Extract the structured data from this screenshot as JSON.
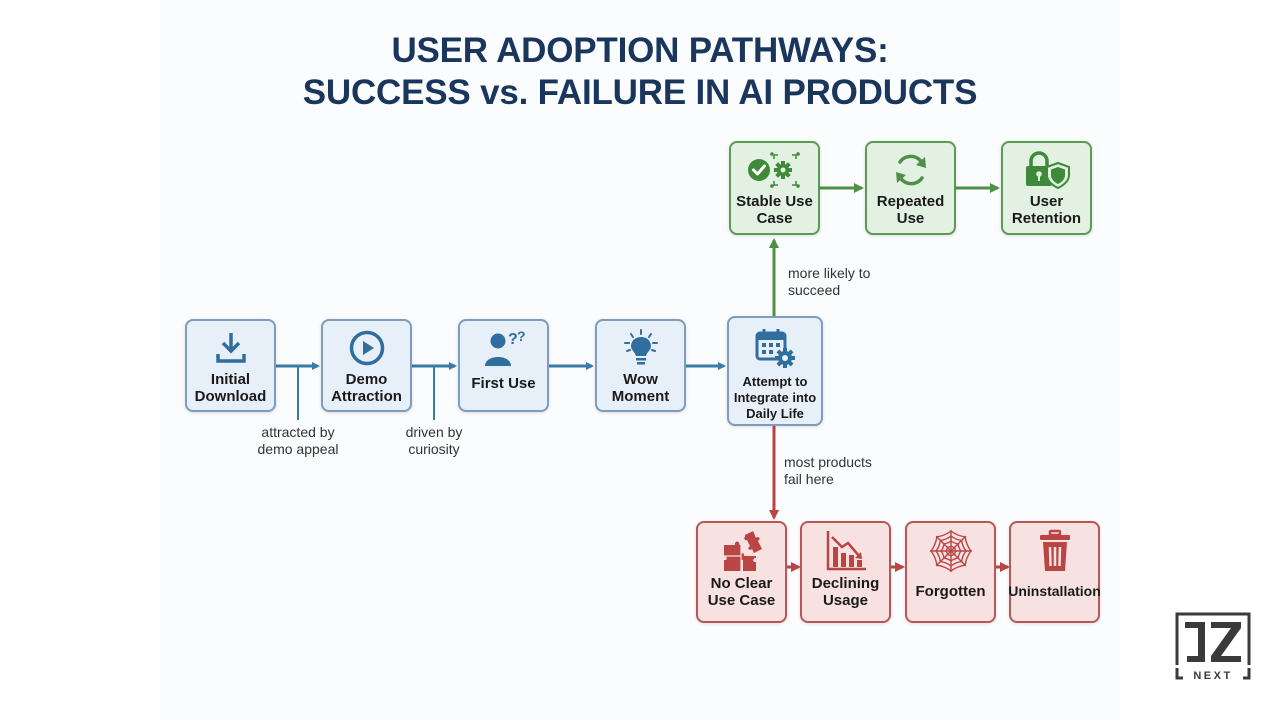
{
  "title": {
    "line1": "USER ADOPTION PATHWAYS:",
    "line2": "SUCCESS vs. FAILURE IN AI PRODUCTS"
  },
  "colors": {
    "title": "#1b365d",
    "main_flow": "#3a7ba8",
    "success": "#4e9046",
    "failure": "#b94545"
  },
  "main_flow": [
    {
      "label": "Initial\nDownload",
      "icon": "download-icon"
    },
    {
      "label": "Demo\nAttraction",
      "icon": "play-circle-icon"
    },
    {
      "label": "First Use",
      "icon": "user-question-icon"
    },
    {
      "label": "Wow\nMoment",
      "icon": "lightbulb-icon"
    },
    {
      "label": "Attempt to\nIntegrate into\nDaily Life",
      "icon": "calendar-gear-icon"
    }
  ],
  "main_annotations": [
    {
      "text": "attracted by\ndemo appeal"
    },
    {
      "text": "driven by\ncuriosity"
    }
  ],
  "success_path": {
    "annotation": "more likely to\nsucceed",
    "steps": [
      {
        "label": "Stable Use\nCase",
        "icon": "check-gear-icon"
      },
      {
        "label": "Repeated\nUse",
        "icon": "refresh-icon"
      },
      {
        "label": "User\nRetention",
        "icon": "lock-shield-icon"
      }
    ]
  },
  "failure_path": {
    "annotation": "most products\nfail here",
    "steps": [
      {
        "label": "No Clear\nUse Case",
        "icon": "puzzle-icon"
      },
      {
        "label": "Declining\nUsage",
        "icon": "declining-chart-icon"
      },
      {
        "label": "Forgotten",
        "icon": "cobweb-icon"
      },
      {
        "label": "Uninstallation",
        "icon": "trash-icon"
      }
    ]
  },
  "logo": {
    "mark": "JZ",
    "text": "NEXT"
  }
}
